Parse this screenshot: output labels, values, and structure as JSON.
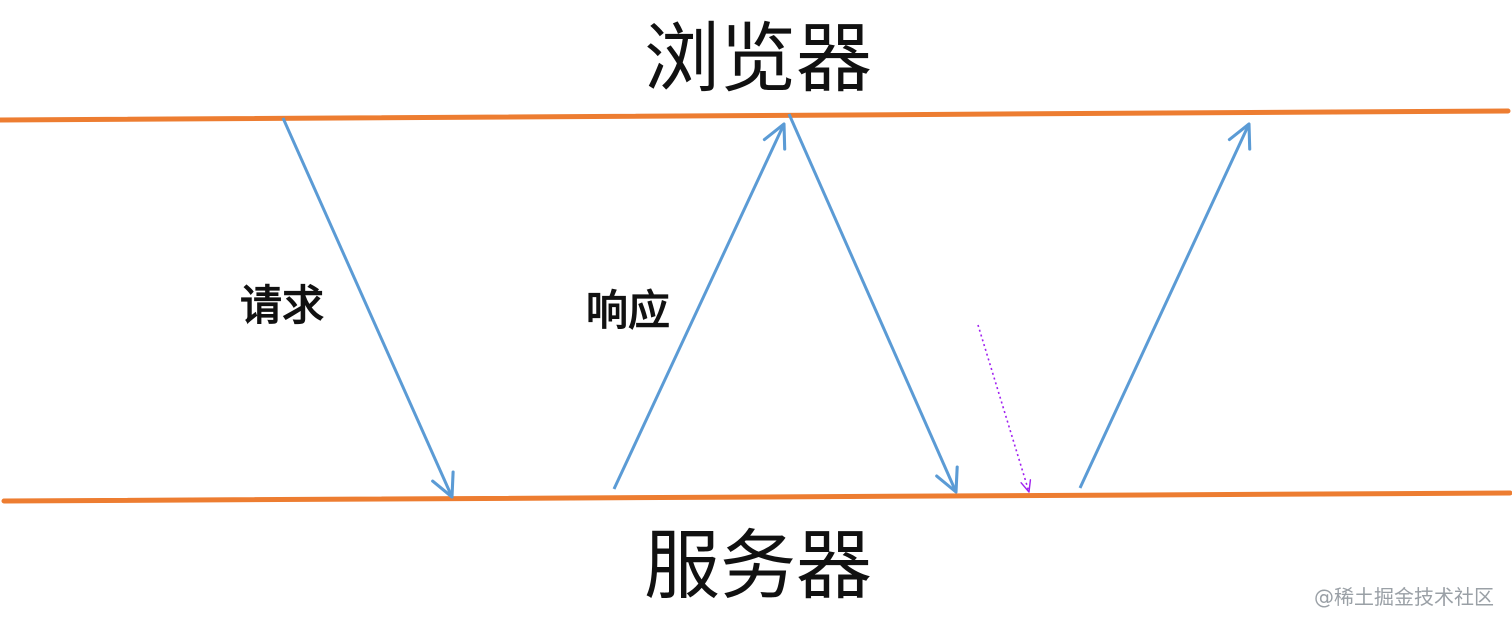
{
  "lanes": {
    "top_label": "浏览器",
    "bottom_label": "服务器",
    "line_color": "#ED7D31"
  },
  "arrows": {
    "color": "#5B9BD5",
    "request_label": "请求",
    "response_label": "响应"
  },
  "marker": {
    "color": "#A020F0",
    "style": "dotted"
  },
  "watermark": {
    "text": "@稀土掘金技术社区"
  }
}
